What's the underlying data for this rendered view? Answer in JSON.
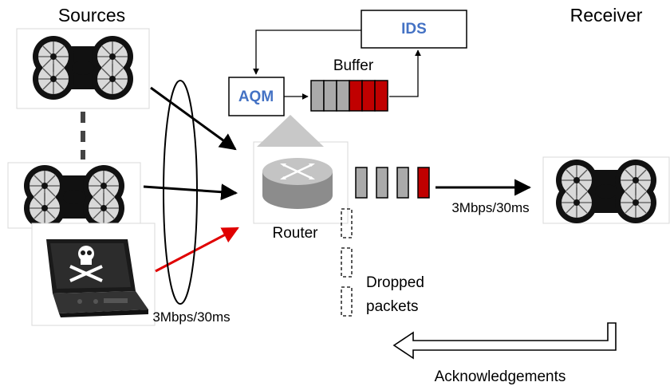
{
  "labels": {
    "sources": "Sources",
    "receiver": "Receiver",
    "ids": "IDS",
    "aqm": "AQM",
    "buffer": "Buffer",
    "router": "Router",
    "link_in": "3Mbps/30ms",
    "link_out": "3Mbps/30ms",
    "dropped_line1": "Dropped",
    "dropped_line2": "packets",
    "acknowledgements": "Acknowledgements"
  },
  "buffer_queue": [
    "gray",
    "gray",
    "gray",
    "red",
    "red",
    "red"
  ],
  "output_queue": [
    "gray",
    "gray",
    "gray",
    "red"
  ],
  "dropped_packets": 3,
  "icons": {
    "drone": "quadcopter-drone-icon",
    "laptop": "hacked-laptop-skull-icon",
    "router": "router-icon"
  },
  "colors": {
    "packet_gray": "#aaaaaa",
    "packet_red": "#c00000",
    "attack_arrow": "#e00000",
    "label_blue": "#4472c4"
  }
}
